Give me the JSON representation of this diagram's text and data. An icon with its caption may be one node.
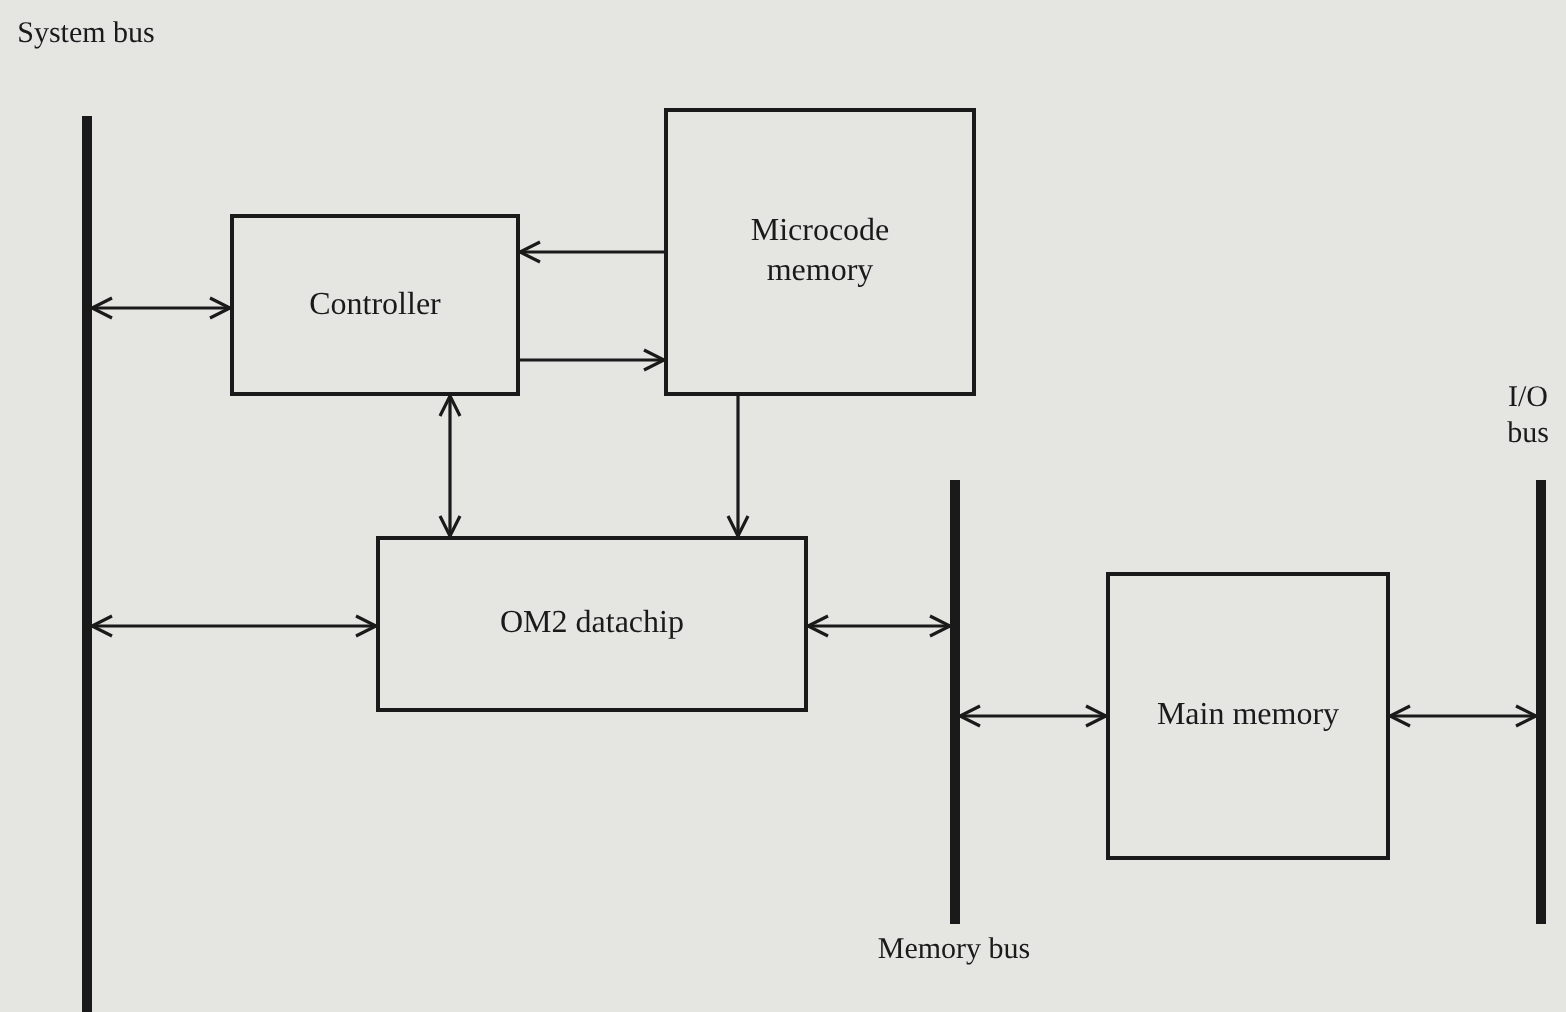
{
  "diagram": {
    "nodes": [
      {
        "text": [],
        "shape": "bar",
        "beside": [
          "System bus"
        ]
      },
      {
        "text": [
          "Controller"
        ]
      },
      {
        "text": [
          "Microcode memory"
        ]
      },
      {
        "text": [
          "OM2 datachip"
        ]
      },
      {
        "text": [],
        "shape": "bar",
        "beside": [
          "Memory bus"
        ]
      },
      {
        "text": [
          "Main memory"
        ]
      },
      {
        "text": [],
        "shape": "bar",
        "beside": [
          "I/O bus"
        ]
      }
    ],
    "edges": [
      {
        "from": 0,
        "to": 1,
        "arrow": "both"
      },
      {
        "from": 2,
        "to": 1,
        "arrow": "to"
      },
      {
        "from": 1,
        "to": 2,
        "arrow": "to"
      },
      {
        "from": 1,
        "to": 3,
        "arrow": "both"
      },
      {
        "from": 2,
        "to": 3,
        "arrow": "to"
      },
      {
        "from": 0,
        "to": 3,
        "arrow": "both"
      },
      {
        "from": 3,
        "to": 4,
        "arrow": "both"
      },
      {
        "from": 4,
        "to": 5,
        "arrow": "both"
      },
      {
        "from": 5,
        "to": 6,
        "arrow": "both"
      }
    ]
  }
}
